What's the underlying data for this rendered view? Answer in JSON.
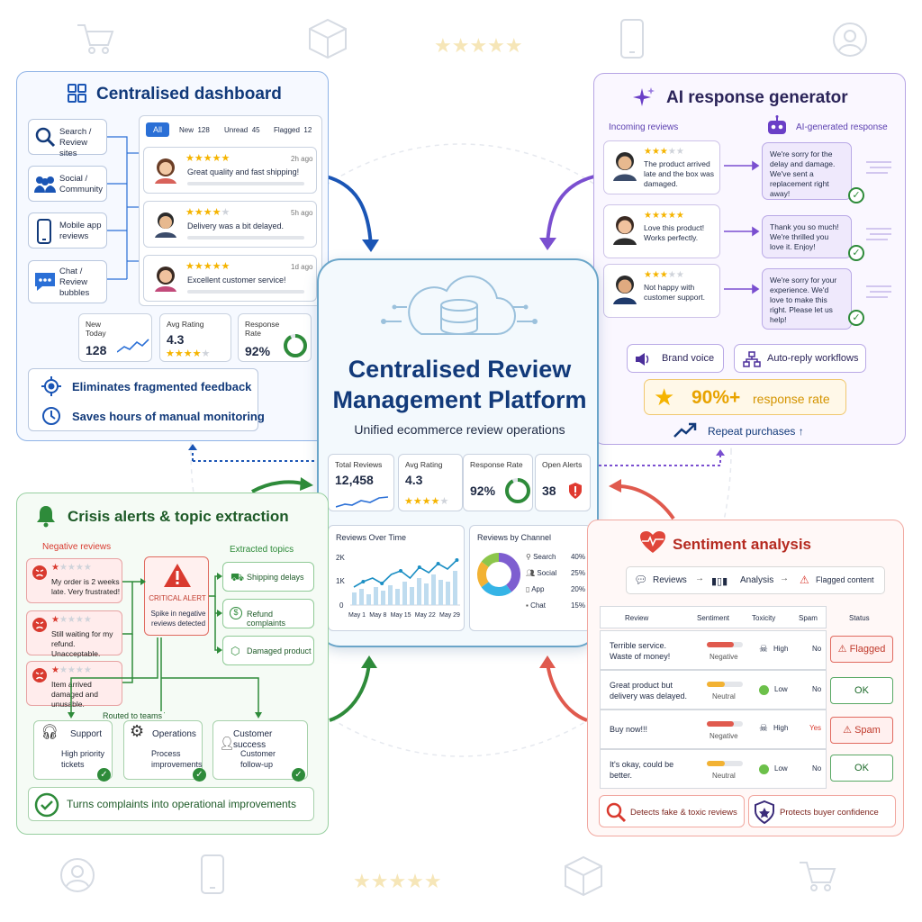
{
  "colors": {
    "blue": "#1a55b5",
    "purple": "#6a3fc7",
    "green": "#2e8b3a",
    "red": "#d93a2f",
    "star": "#f5b400"
  },
  "center": {
    "title_line1": "Centralised Review",
    "title_line2": "Management Platform",
    "subtitle": "Unified ecommerce review operations",
    "kpis": [
      {
        "label": "Total Reviews",
        "value": "12,458"
      },
      {
        "label": "Avg Rating",
        "value": "4.3"
      },
      {
        "label": "Response Rate",
        "value": "92%"
      },
      {
        "label": "Open Alerts",
        "value": "38"
      }
    ],
    "reviews_over_time": {
      "title": "Reviews Over Time",
      "y_ticks": [
        "2K",
        "1K",
        "0"
      ],
      "x_ticks": [
        "May 1",
        "May 8",
        "May 15",
        "May 22",
        "May 29"
      ]
    },
    "by_channel": {
      "title": "Reviews by Channel",
      "rows": [
        {
          "label": "Search",
          "value": "40%"
        },
        {
          "label": "Social",
          "value": "25%"
        },
        {
          "label": "App",
          "value": "20%"
        },
        {
          "label": "Chat",
          "value": "15%"
        }
      ]
    }
  },
  "dashboard": {
    "title": "Centralised dashboard",
    "sources": [
      {
        "label": "Search / Review sites",
        "icon": "search-icon"
      },
      {
        "label": "Social / Community",
        "icon": "people-icon"
      },
      {
        "label": "Mobile app reviews",
        "icon": "phone-icon"
      },
      {
        "label": "Chat / Review bubbles",
        "icon": "chat-icon"
      }
    ],
    "tabs": [
      {
        "label": "All"
      },
      {
        "label": "New",
        "count": "128"
      },
      {
        "label": "Unread",
        "count": "45"
      },
      {
        "label": "Flagged",
        "count": "12"
      }
    ],
    "reviews": [
      {
        "text": "Great quality and fast shipping!",
        "time": "2h ago"
      },
      {
        "text": "Delivery was a bit delayed.",
        "time": "5h ago"
      },
      {
        "text": "Excellent customer service!",
        "time": "1d ago"
      }
    ],
    "kpis": [
      {
        "label": "New Today",
        "value": "128"
      },
      {
        "label": "Avg Rating",
        "value": "4.3"
      },
      {
        "label": "Response Rate",
        "value": "92%"
      }
    ],
    "benefits": [
      "Eliminates fragmented feedback",
      "Saves hours of manual monitoring"
    ]
  },
  "ai": {
    "title": "AI response generator",
    "incoming_label": "Incoming reviews",
    "generated_label": "AI-generated response",
    "pairs": [
      {
        "review": "The product arrived late and the box was damaged.",
        "response": "We're sorry for the delay and damage. We've sent a replacement right away!",
        "stars": 3
      },
      {
        "review": "Love this product! Works perfectly.",
        "response": "Thank you so much! We're thrilled you love it. Enjoy!",
        "stars": 5
      },
      {
        "review": "Not happy with customer support.",
        "response": "We're sorry for your experience. We'd love to make this right. Please let us help!",
        "stars": 3
      }
    ],
    "brand_voice": "Brand voice",
    "auto_reply": "Auto-reply workflows",
    "response_rate": "90%+",
    "response_rate_label": "response rate",
    "repeat": "Repeat purchases ↑"
  },
  "crisis": {
    "title": "Crisis alerts & topic extraction",
    "negative_label": "Negative reviews",
    "negatives": [
      "My order is 2 weeks late. Very frustrated!",
      "Still waiting for my refund. Unacceptable.",
      "Item arrived damaged and unusable."
    ],
    "alert_title": "CRITICAL ALERT",
    "alert_text": "Spike in negative reviews detected",
    "topics_label": "Extracted topics",
    "topics": [
      "Shipping delays",
      "Refund complaints",
      "Damaged product"
    ],
    "routed": "Routed to teams",
    "teams": [
      {
        "name": "Support",
        "desc": "High priority tickets"
      },
      {
        "name": "Operations",
        "desc": "Process improvements"
      },
      {
        "name": "Customer success",
        "desc": "Customer follow-up"
      }
    ],
    "benefit": "Turns complaints into operational improvements"
  },
  "sentiment": {
    "title": "Sentiment analysis",
    "flow": [
      "Reviews",
      "Analysis",
      "Flagged content"
    ],
    "headers": [
      "Review",
      "Sentiment",
      "Toxicity",
      "Spam",
      "Status"
    ],
    "rows": [
      {
        "review": "Terrible service. Waste of money!",
        "sentiment": "Negative",
        "toxicity": "High",
        "spam": "No",
        "status": "Flagged"
      },
      {
        "review": "Great product but delivery was delayed.",
        "sentiment": "Neutral",
        "toxicity": "Low",
        "spam": "No",
        "status": "OK"
      },
      {
        "review": "Buy now!!!",
        "sentiment": "Negative",
        "toxicity": "High",
        "spam": "Yes",
        "status": "Spam"
      },
      {
        "review": "It's okay, could be better.",
        "sentiment": "Neutral",
        "toxicity": "Low",
        "spam": "No",
        "status": "OK"
      }
    ],
    "benefits": [
      "Detects fake & toxic reviews",
      "Protects buyer confidence"
    ]
  }
}
